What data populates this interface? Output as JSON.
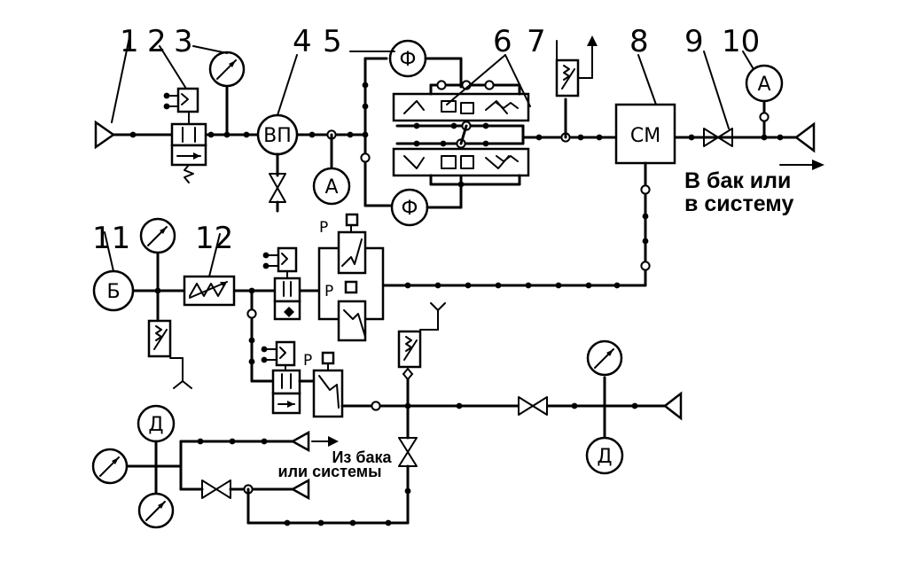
{
  "labels": {
    "n1": "1",
    "n2": "2",
    "n3": "3",
    "n4": "4",
    "n5": "5",
    "n6": "6",
    "n7": "7",
    "n8": "8",
    "n9": "9",
    "n10": "10",
    "n11": "11",
    "n12": "12"
  },
  "symbols": {
    "vp": "ВП",
    "sm": "СМ",
    "f": "Ф",
    "d": "Д",
    "a": "А",
    "b": "Б",
    "r": "Р"
  },
  "notes": {
    "to_tank_1": "В бак или",
    "to_tank_2": "в систему",
    "from_tank_1": "Из бака",
    "from_tank_2": "или системы"
  },
  "icons": {
    "gauge": "pressure-gauge-icon",
    "valve": "gate-valve-icon",
    "filter": "filter-icon",
    "pump": "pump-icon",
    "relief": "relief-valve-icon",
    "distributor": "distributor-icon",
    "heat_exchanger": "heat-exchanger-icon"
  },
  "colors": {
    "ink": "#000000",
    "paper": "#ffffff"
  }
}
